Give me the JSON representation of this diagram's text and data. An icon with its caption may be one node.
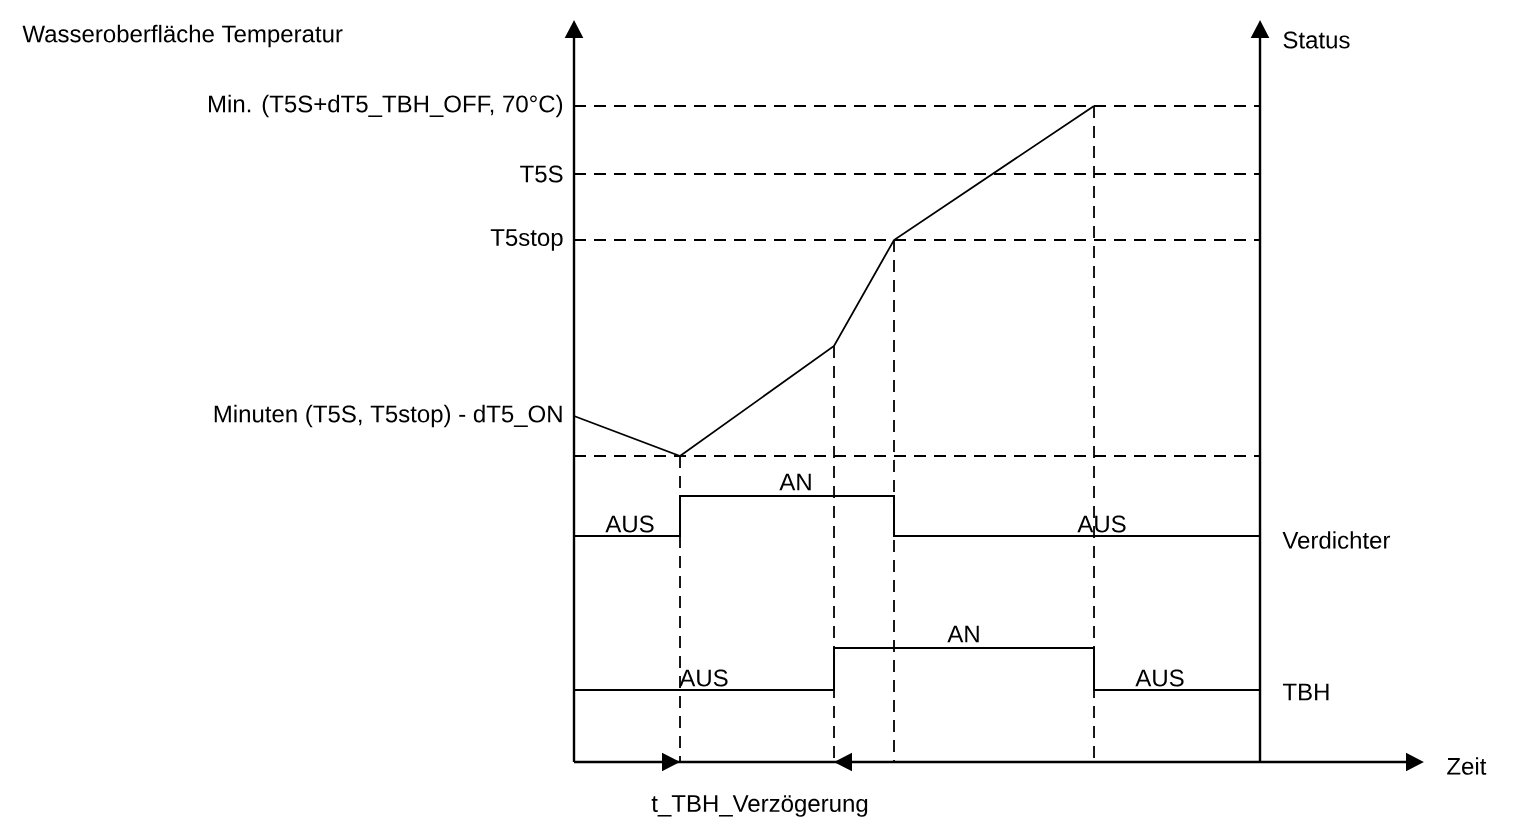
{
  "diagram": {
    "labels": [
      "Wasseroberfläche Temperatur",
      "Status",
      "Min. (T5S+dT5_TBH_OFF, 70°C)",
      "T5S",
      "T5stop",
      "Minuten (T5S, T5stop) - dT5_ON",
      "AUS",
      "AN",
      "AUS",
      "Verdichter",
      "AUS",
      "AN",
      "AUS",
      "TBH",
      "Zeit",
      "t_TBH_Verzögerung"
    ]
  }
}
